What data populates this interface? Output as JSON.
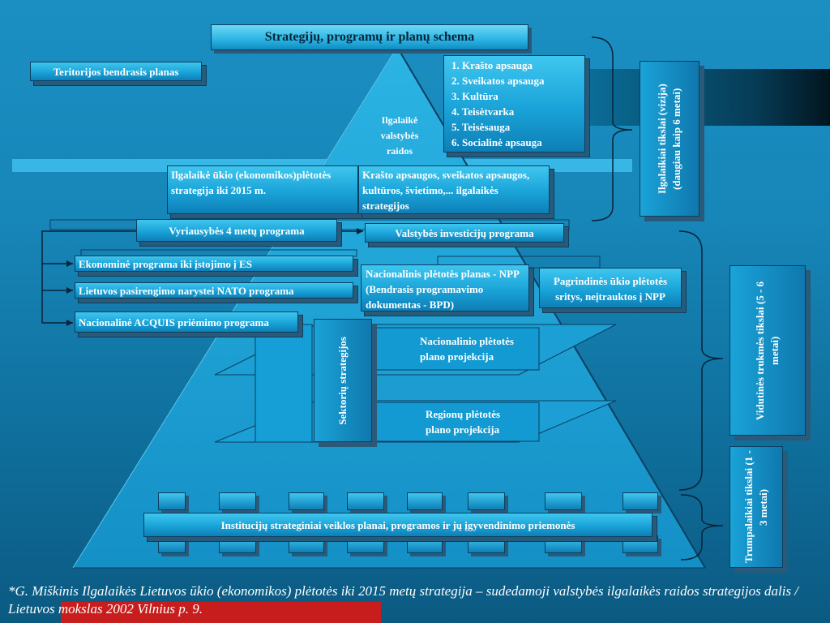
{
  "title": "Strategijų, programų ir planų schema",
  "territorial_plan": "Teritorijos bendrasis planas",
  "pyramid_top": [
    "Ilgalaikė",
    "valstybės",
    "raidos"
  ],
  "sector_list": [
    "1. Krašto apsauga",
    "2. Sveikatos apsauga",
    "3. Kultūra",
    "4. Teisėtvarka",
    "5. Teisėsauga",
    "6. Socialinė apsauga"
  ],
  "economy_strategy": "Ilgalaikė ūkio (ekonomikos)plėtotės strategija iki 2015 m.",
  "sector_strategies": "Krašto apsaugos, sveikatos apsaugos, kultūros, švietimo,... ilgalaikės strategijos",
  "government_program": "Vyriausybės 4 metų programa",
  "investment_program": "Valstybės investicijų programa",
  "eu_program": "Ekonominė programa iki įstojimo į ES",
  "nato_program": "Lietuvos pasirengimo narystei NATO programa",
  "acquis_program": "Nacionalinė ACQUIS priėmimo programa",
  "npp": "Nacionalinis plėtotės planas - NPP (Bendrasis programavimo dokumentas - BPD)",
  "main_areas": "Pagrindinės ūkio plėtotės sritys, neįtrauktos į NPP",
  "sector_strategies_vertical": "Sektorių strategijos",
  "national_projection": "Nacionalinio plėtotės plano projekcija",
  "regional_projection": "Regionų plėtotės plano projekcija",
  "institutions": "Institucijų strateginiai veiklos planai, programos ir jų įgyvendinimo priemonės",
  "goals_long": "Ilgalaikiai tikslai (vizija) (daugiau kaip 6 metai)",
  "goals_medium": "Vidutinės trukmės tikslai (5 - 6 metai)",
  "goals_short": "Trumpalaikiai tikslai (1 - 3 metai)",
  "footnote": "*G. Miškinis Ilgalaikės Lietuvos ūkio (ekonomikos) plėtotės iki 2015 metų strategija – sudedamoji valstybės ilgalaikės raidos strategijos dalis / Lietuvos mokslas 2002 Vilnius p. 9.",
  "colors": {
    "background": "#1786b8",
    "box": "#1aa3d8",
    "footnote_bar": "#c81d1d"
  }
}
